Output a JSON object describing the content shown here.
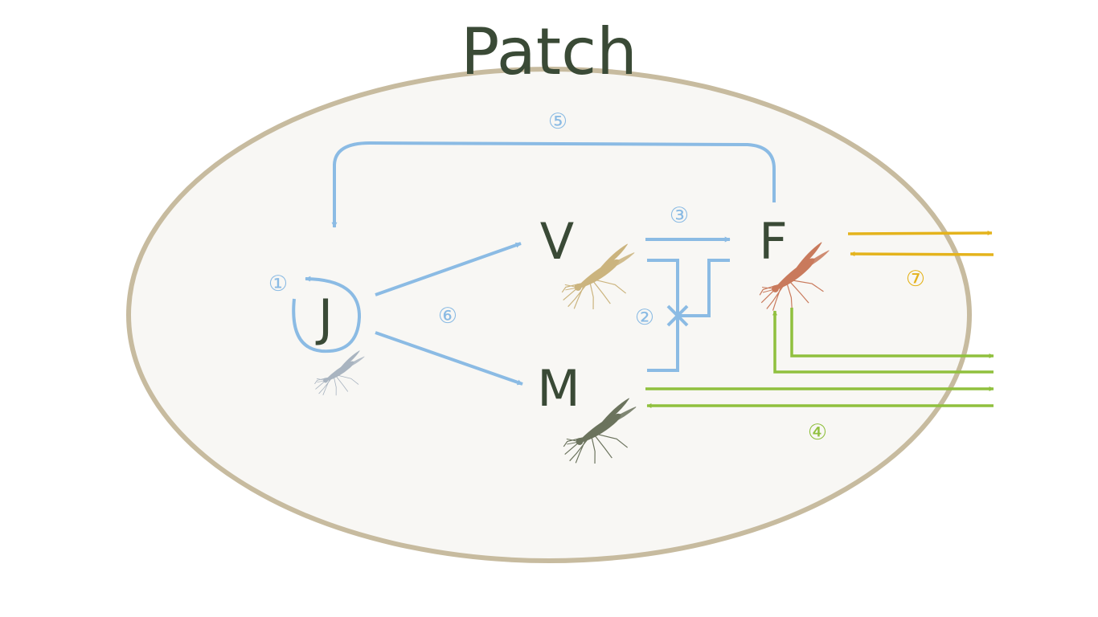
{
  "title": "Patch",
  "nodes": {
    "j": {
      "label": "J",
      "color": "#a9b4c0"
    },
    "v": {
      "label": "V",
      "color": "#cbb47e"
    },
    "m": {
      "label": "M",
      "color": "#6b735d"
    },
    "f": {
      "label": "F",
      "color": "#c97a5c"
    }
  },
  "steps": {
    "s1": "①",
    "s2": "②",
    "s3": "③",
    "s4": "④",
    "s5": "⑤",
    "s6": "⑥",
    "s7": "⑦"
  },
  "colors": {
    "patch_fill": "#f8f7f4",
    "patch_stroke": "#c7bb9f",
    "life_cycle": "#8bbbe4",
    "migration": "#90c03e",
    "external": "#e4b31c",
    "text": "#3a4a36"
  }
}
